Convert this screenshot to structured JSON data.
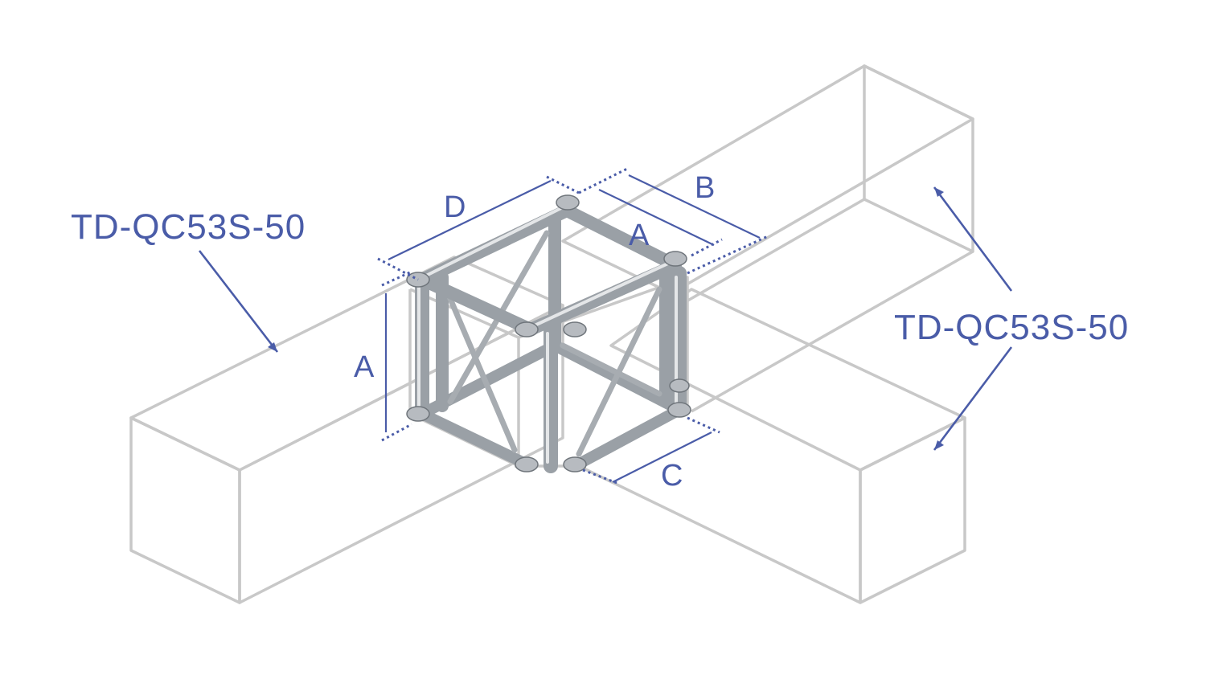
{
  "labels": {
    "left_part": "TD-QC53S-50",
    "right_part": "TD-QC53S-50"
  },
  "dimensions": {
    "a_front": "A",
    "a_top": "A",
    "b": "B",
    "c": "C",
    "d": "D"
  },
  "colors": {
    "annotation": "#4a5ca8",
    "ghost_truss": "#c8c8c8",
    "aluminium": "#9aa0a6"
  }
}
